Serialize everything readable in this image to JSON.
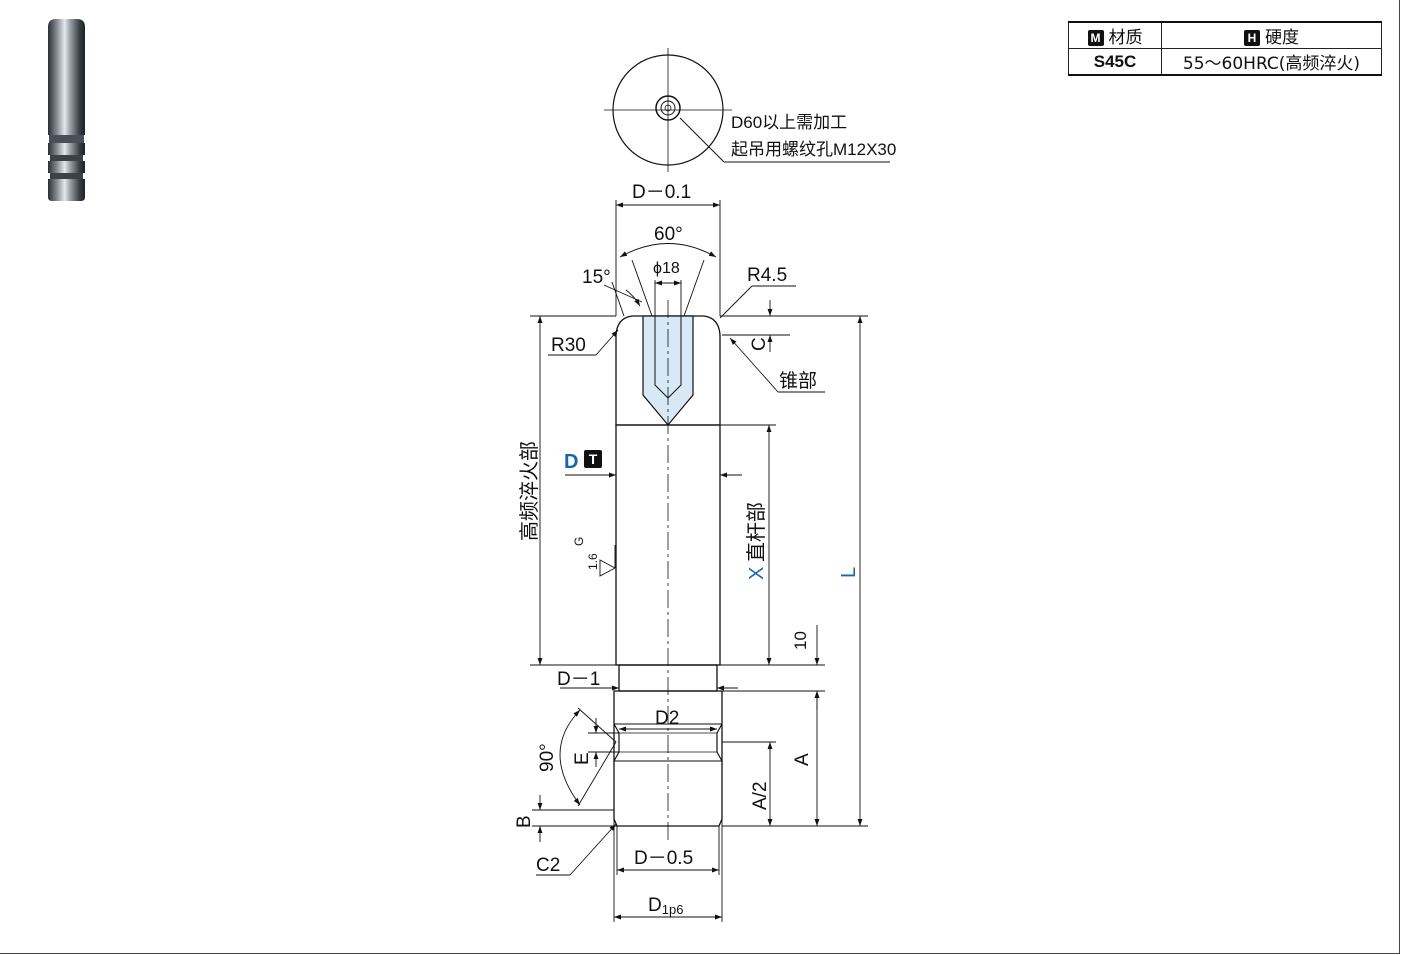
{
  "spec_table": {
    "material_badge": "M",
    "material_header": "材质",
    "hardness_badge": "H",
    "hardness_header": "硬度",
    "material_value": "S45C",
    "hardness_value": "55～60HRC(高频淬火)"
  },
  "end_view": {
    "note_line1": "D60以上需加工",
    "note_line2": "起吊用螺纹孔M12X30"
  },
  "dimensions": {
    "top_width": "D－0.1",
    "cone_angle": "60°",
    "hole_dia": "ϕ18",
    "chamfer_angle": "15°",
    "edge_radius": "R4.5",
    "crown_radius": "R30",
    "taper_height": "C",
    "taper_part": "锥部",
    "hardened_part": "高频淬火部",
    "shank_dia": "D",
    "tolerance_badge": "T",
    "roughness_grade": "G",
    "roughness_value": "1.6",
    "straight_length_symbol": "X",
    "straight_part": "直杆部",
    "overall_length": "L",
    "offset_ten": "10",
    "neck_dia": "D－1",
    "groove_dia": "D2",
    "groove_angle": "90°",
    "groove_width": "E",
    "half_length": "A/2",
    "length_a": "A",
    "bottom_step": "B",
    "bottom_chamfer": "C2",
    "bottom_width": "D－0.5",
    "fit_dia_main": "D",
    "fit_dia_sub": "1p6"
  }
}
